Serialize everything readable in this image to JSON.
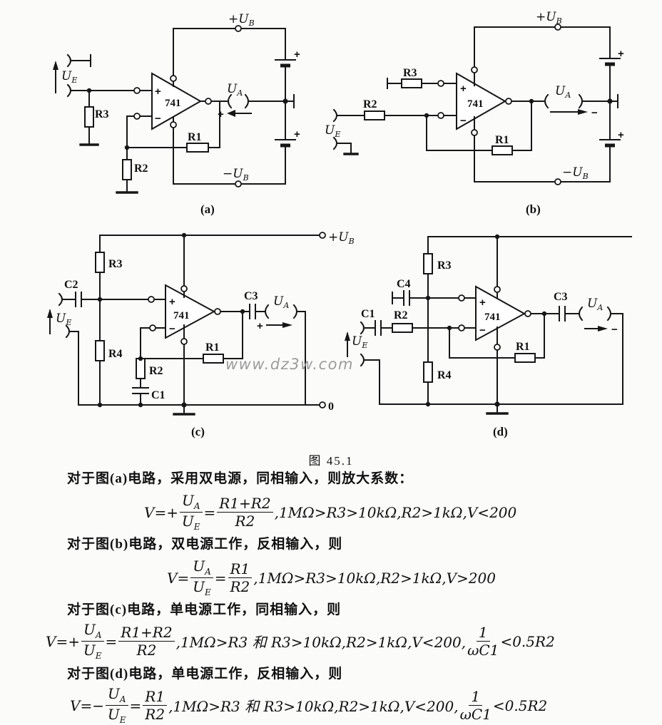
{
  "sym": {
    "plus": "+",
    "minus": "−",
    "u": "U",
    "sub_a": "A",
    "sub_e": "E",
    "sub_b": "B",
    "plus_u": "+U",
    "minus_u": "−U"
  },
  "figure": {
    "caption": "图 45.1",
    "watermark": "www.dz3w.com"
  },
  "circuits": {
    "a": {
      "tag": "(a)",
      "opamp": "741",
      "r1": "R1",
      "r2": "R2",
      "r3": "R3"
    },
    "b": {
      "tag": "(b)",
      "opamp": "741",
      "r1": "R1",
      "r2": "R2",
      "r3": "R3"
    },
    "c": {
      "tag": "(c)",
      "opamp": "741",
      "r1": "R1",
      "r2": "R2",
      "r3": "R3",
      "r4": "R4",
      "c1": "C1",
      "c2": "C2",
      "c3": "C3",
      "zero": "0"
    },
    "d": {
      "tag": "(d)",
      "opamp": "741",
      "r1": "R1",
      "r2": "R2",
      "r3": "R3",
      "r4": "R4",
      "c1": "C1",
      "c3": "C3",
      "c4": "C4"
    }
  },
  "paragraphs": [
    "对于图(a)电路，采用双电源，同相输入，则放大系数：",
    "对于图(b)电路，双电源工作，反相输入，则",
    "对于图(c)电路，单电源工作，同相输入，则",
    "对于图(d)电路，单电源工作，反相输入，则"
  ],
  "formulas": [
    {
      "lead": "V=+",
      "num1": "U",
      "num1_sub": "A",
      "den1": "U",
      "den1_sub": "E",
      "eq": "=",
      "num2": "R1+R2",
      "den2": "R2",
      "tail": ",1MΩ>R3>10kΩ,R2>1kΩ,V<200"
    },
    {
      "lead": "V=",
      "num1": "U",
      "num1_sub": "A",
      "den1": "U",
      "den1_sub": "E",
      "eq": "=",
      "num2": "R1",
      "den2": "R2",
      "tail": ",1MΩ>R3>10kΩ,R2>1kΩ,V>200"
    },
    {
      "lead": "V=+",
      "num1": "U",
      "num1_sub": "A",
      "den1": "U",
      "den1_sub": "E",
      "eq": "=",
      "num2": "R1+R2",
      "den2": "R2",
      "tail": ",1MΩ>R3 和 R3>10kΩ,R2>1kΩ,V<200,",
      "num3": "1",
      "den3": "ωC1",
      "tail2": "<0.5R2"
    },
    {
      "lead": "V=−",
      "num1": "U",
      "num1_sub": "A",
      "den1": "U",
      "den1_sub": "E",
      "eq": "=",
      "num2": "R1",
      "den2": "R2",
      "tail": ",1MΩ>R3 和 R3>10kΩ,R2>1kΩ,V<200,",
      "num3": "1",
      "den3": "ωC1",
      "tail2": "<0.5R2"
    }
  ]
}
